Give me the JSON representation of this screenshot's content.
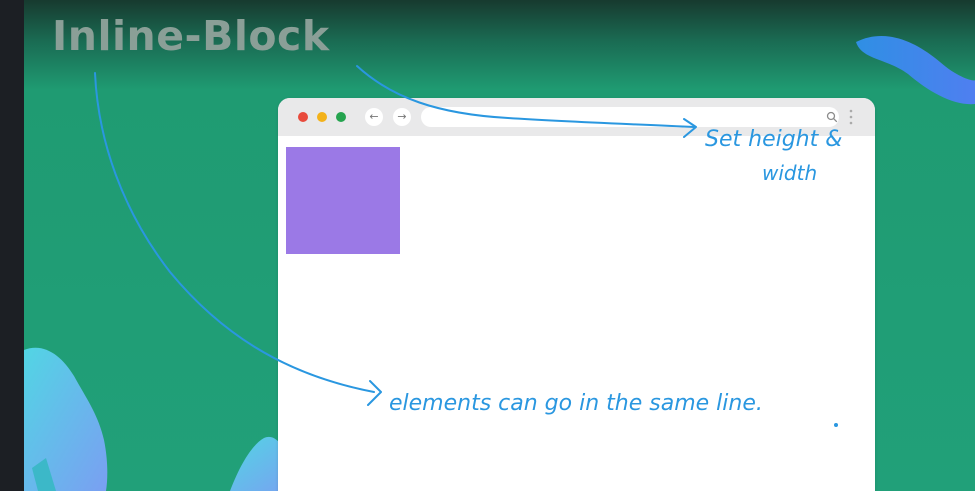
{
  "slide": {
    "title": "Inline-Block",
    "annotations": {
      "top_note": "Set height & width",
      "bottom_note": "elements can go in the same line."
    }
  },
  "browser": {
    "nav": {
      "back_icon": "arrow-left-icon",
      "forward_icon": "arrow-right-icon",
      "search_icon": "search-icon",
      "menu_icon": "kebab-menu-icon"
    },
    "window_controls": [
      "red",
      "yellow",
      "green"
    ]
  },
  "colors": {
    "background": "#1f9b72",
    "title": "#8a9f97",
    "ink": "#2a97e0",
    "box": "#9b79e6",
    "browser_bar": "#e9e9ea",
    "window_red": "#e84a3c",
    "window_yellow": "#f3b21a",
    "window_green": "#25a44f"
  }
}
